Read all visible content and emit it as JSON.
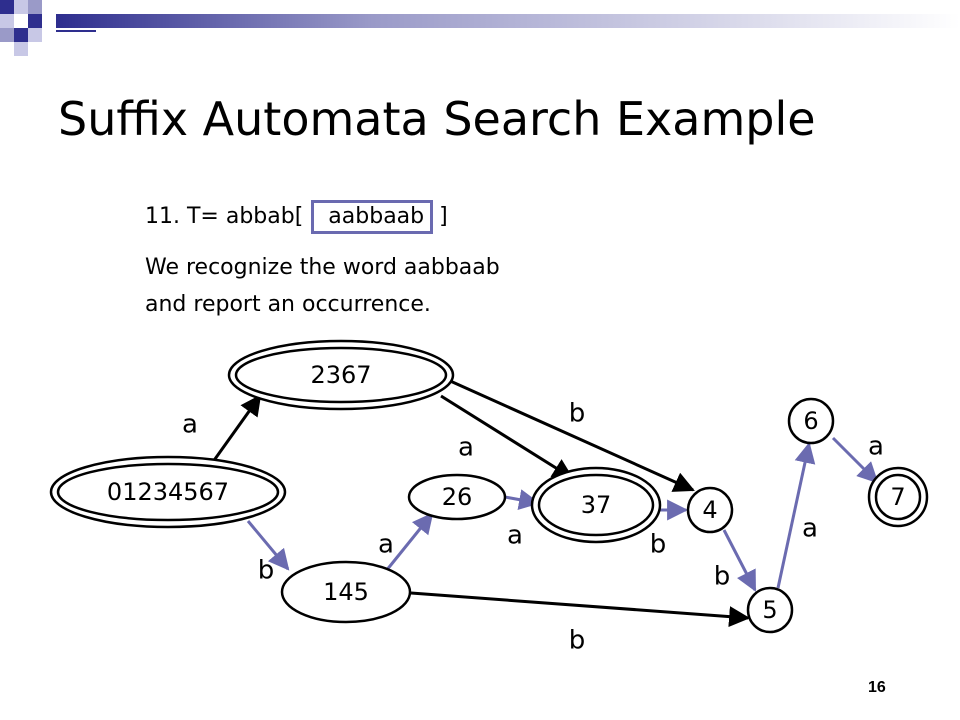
{
  "slide": {
    "title": "Suffix Automata Search Example",
    "step_prefix": "11. T= abbab[",
    "window_text": "aabbaab",
    "step_suffix": "]",
    "message_line1": "We recognize the word aabbaab",
    "message_line2": "and report an occurrence.",
    "slide_number": "16"
  },
  "automaton": {
    "states": [
      {
        "id": "s0",
        "label": "01234567",
        "final": true
      },
      {
        "id": "s2367",
        "label": "2367",
        "final": true
      },
      {
        "id": "s145",
        "label": "145",
        "final": false
      },
      {
        "id": "s26",
        "label": "26",
        "final": false
      },
      {
        "id": "s37",
        "label": "37",
        "final": true
      },
      {
        "id": "s4",
        "label": "4",
        "final": false
      },
      {
        "id": "s5",
        "label": "5",
        "final": false
      },
      {
        "id": "s6",
        "label": "6",
        "final": false
      },
      {
        "id": "s7",
        "label": "7",
        "final": true
      }
    ],
    "transitions": [
      {
        "from": "s0",
        "to": "s2367",
        "symbol": "a",
        "highlighted": false
      },
      {
        "from": "s0",
        "to": "s145",
        "symbol": "b",
        "highlighted": true
      },
      {
        "from": "s2367",
        "to": "s37",
        "symbol": "a",
        "highlighted": false
      },
      {
        "from": "s2367",
        "to": "s4",
        "symbol": "b",
        "highlighted": false
      },
      {
        "from": "s145",
        "to": "s26",
        "symbol": "a",
        "highlighted": true
      },
      {
        "from": "s145",
        "to": "s5",
        "symbol": "b",
        "highlighted": false
      },
      {
        "from": "s26",
        "to": "s37",
        "symbol": "a",
        "highlighted": true
      },
      {
        "from": "s37",
        "to": "s4",
        "symbol": "b",
        "highlighted": true
      },
      {
        "from": "s4",
        "to": "s5",
        "symbol": "b",
        "highlighted": true
      },
      {
        "from": "s5",
        "to": "s6",
        "symbol": "a",
        "highlighted": true
      },
      {
        "from": "s6",
        "to": "s7",
        "symbol": "a",
        "highlighted": true
      }
    ]
  },
  "colors": {
    "navy": "#2e2e8e",
    "periwinkle": "#8f8fc8",
    "window_box": "#6a6ab0",
    "highlight_edge": "#6b6bb0",
    "black": "#000000"
  }
}
